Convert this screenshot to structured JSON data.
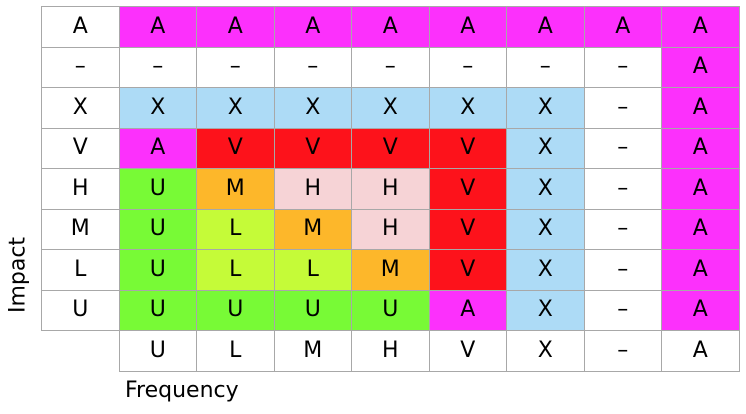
{
  "axis": {
    "x_label": "Frequency",
    "y_label": "Impact"
  },
  "colors": {
    "W": "#ffffff",
    "P": "#fc30fc",
    "B": "#addbf6",
    "R": "#fd121b",
    "G": "#78fa36",
    "O": "#fdb72a",
    "K": "#f6d3d6",
    "Y": "#c5fb38"
  },
  "matrix": {
    "rows": [
      {
        "label": "A",
        "cells": [
          {
            "text": "A",
            "color": "P"
          },
          {
            "text": "A",
            "color": "P"
          },
          {
            "text": "A",
            "color": "P"
          },
          {
            "text": "A",
            "color": "P"
          },
          {
            "text": "A",
            "color": "P"
          },
          {
            "text": "A",
            "color": "P"
          },
          {
            "text": "A",
            "color": "P"
          },
          {
            "text": "A",
            "color": "P"
          }
        ]
      },
      {
        "label": "–",
        "cells": [
          {
            "text": "–",
            "color": "W"
          },
          {
            "text": "–",
            "color": "W"
          },
          {
            "text": "–",
            "color": "W"
          },
          {
            "text": "–",
            "color": "W"
          },
          {
            "text": "–",
            "color": "W"
          },
          {
            "text": "–",
            "color": "W"
          },
          {
            "text": "–",
            "color": "W"
          },
          {
            "text": "A",
            "color": "P"
          }
        ]
      },
      {
        "label": "X",
        "cells": [
          {
            "text": "X",
            "color": "B"
          },
          {
            "text": "X",
            "color": "B"
          },
          {
            "text": "X",
            "color": "B"
          },
          {
            "text": "X",
            "color": "B"
          },
          {
            "text": "X",
            "color": "B"
          },
          {
            "text": "X",
            "color": "B"
          },
          {
            "text": "–",
            "color": "W"
          },
          {
            "text": "A",
            "color": "P"
          }
        ]
      },
      {
        "label": "V",
        "cells": [
          {
            "text": "A",
            "color": "P"
          },
          {
            "text": "V",
            "color": "R"
          },
          {
            "text": "V",
            "color": "R"
          },
          {
            "text": "V",
            "color": "R"
          },
          {
            "text": "V",
            "color": "R"
          },
          {
            "text": "X",
            "color": "B"
          },
          {
            "text": "–",
            "color": "W"
          },
          {
            "text": "A",
            "color": "P"
          }
        ]
      },
      {
        "label": "H",
        "cells": [
          {
            "text": "U",
            "color": "G"
          },
          {
            "text": "M",
            "color": "O"
          },
          {
            "text": "H",
            "color": "K"
          },
          {
            "text": "H",
            "color": "K"
          },
          {
            "text": "V",
            "color": "R"
          },
          {
            "text": "X",
            "color": "B"
          },
          {
            "text": "–",
            "color": "W"
          },
          {
            "text": "A",
            "color": "P"
          }
        ]
      },
      {
        "label": "M",
        "cells": [
          {
            "text": "U",
            "color": "G"
          },
          {
            "text": "L",
            "color": "Y"
          },
          {
            "text": "M",
            "color": "O"
          },
          {
            "text": "H",
            "color": "K"
          },
          {
            "text": "V",
            "color": "R"
          },
          {
            "text": "X",
            "color": "B"
          },
          {
            "text": "–",
            "color": "W"
          },
          {
            "text": "A",
            "color": "P"
          }
        ]
      },
      {
        "label": "L",
        "cells": [
          {
            "text": "U",
            "color": "G"
          },
          {
            "text": "L",
            "color": "Y"
          },
          {
            "text": "L",
            "color": "Y"
          },
          {
            "text": "M",
            "color": "O"
          },
          {
            "text": "V",
            "color": "R"
          },
          {
            "text": "X",
            "color": "B"
          },
          {
            "text": "–",
            "color": "W"
          },
          {
            "text": "A",
            "color": "P"
          }
        ]
      },
      {
        "label": "U",
        "cells": [
          {
            "text": "U",
            "color": "G"
          },
          {
            "text": "U",
            "color": "G"
          },
          {
            "text": "U",
            "color": "G"
          },
          {
            "text": "U",
            "color": "G"
          },
          {
            "text": "A",
            "color": "P"
          },
          {
            "text": "X",
            "color": "B"
          },
          {
            "text": "–",
            "color": "W"
          },
          {
            "text": "A",
            "color": "P"
          }
        ]
      }
    ],
    "column_labels": [
      "U",
      "L",
      "M",
      "H",
      "V",
      "X",
      "–",
      "A"
    ]
  }
}
